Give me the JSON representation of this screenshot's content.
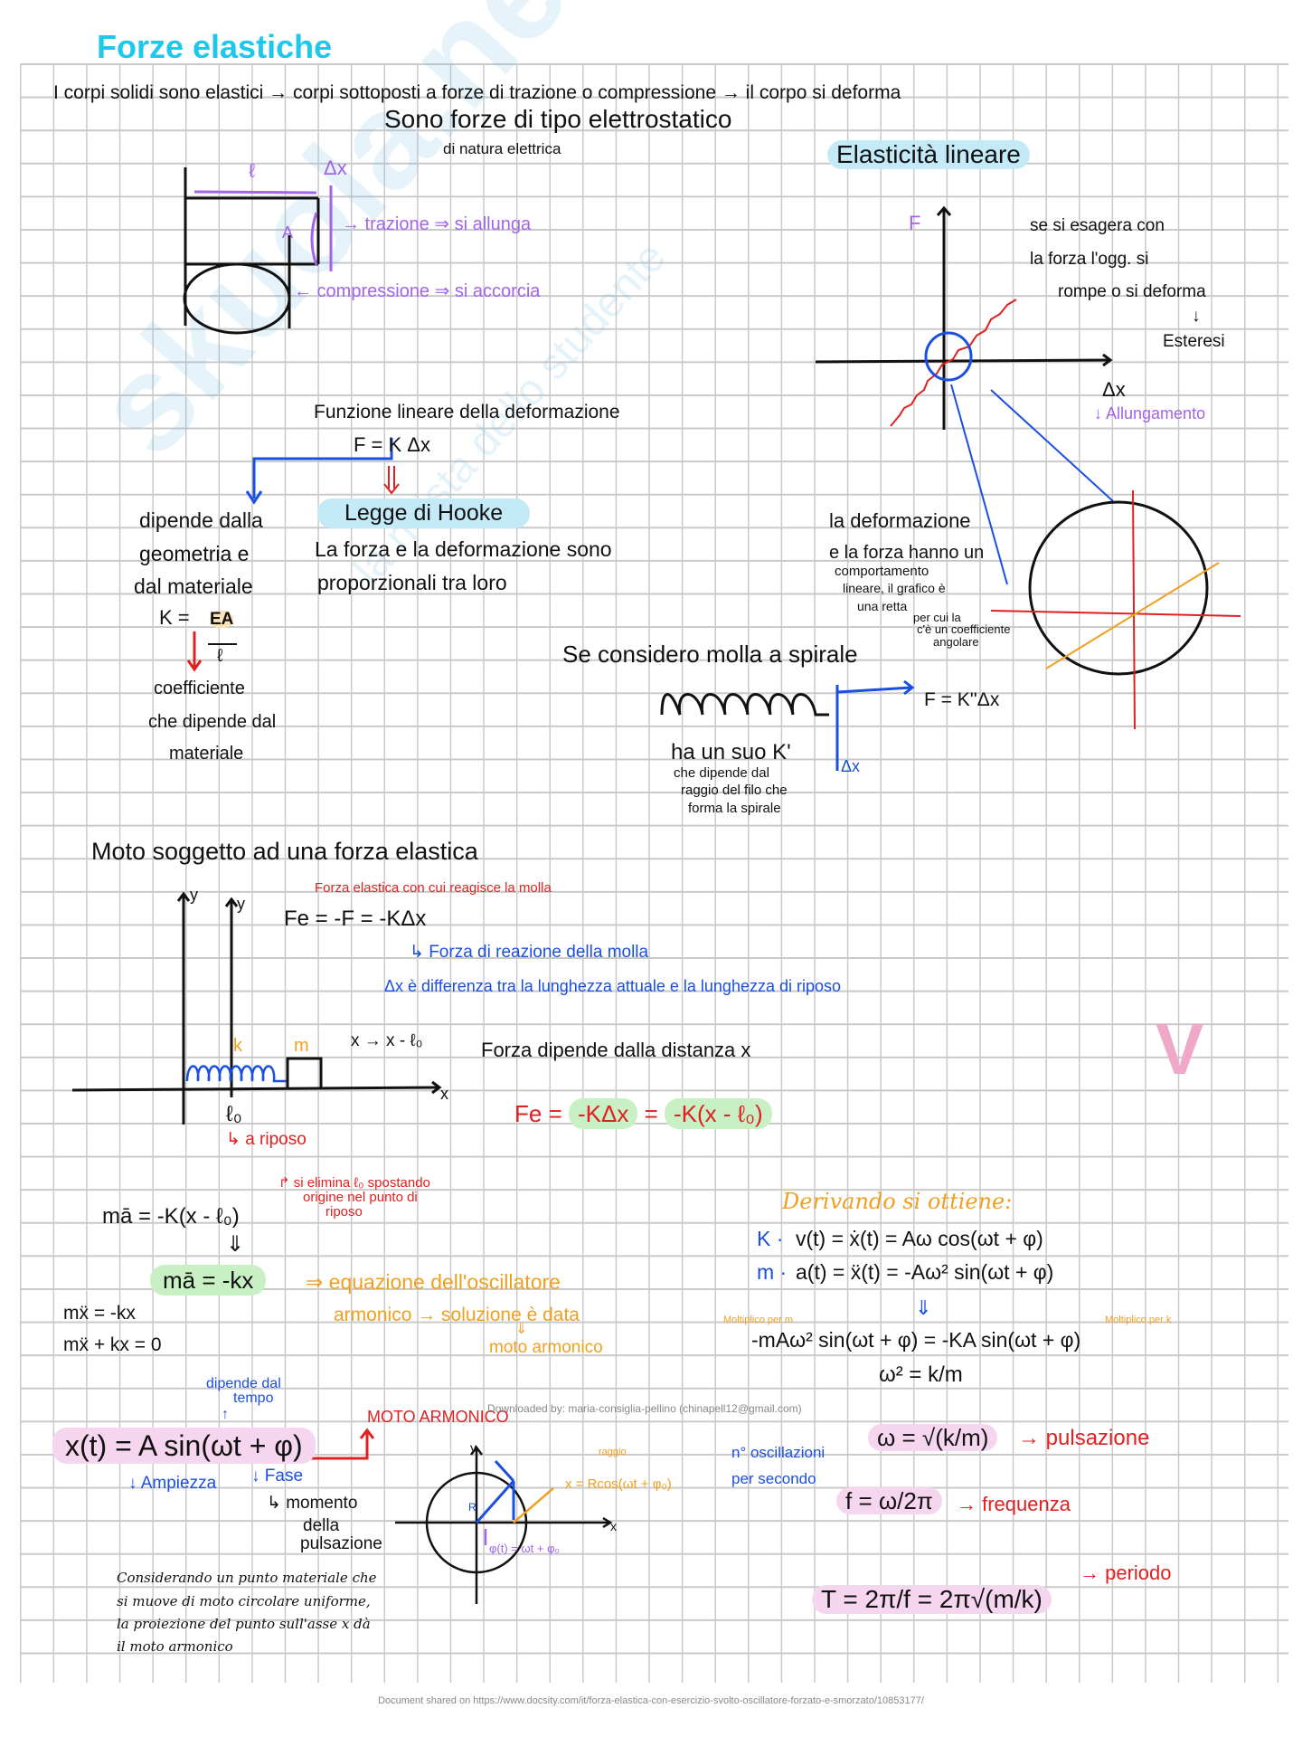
{
  "watermark": "skuola.net",
  "watermark_sub": "la rivista dello studente",
  "title": "Forze elastiche",
  "intro": "I corpi solidi sono elastici → corpi sottoposti a forze di trazione o compressione → il corpo si deforma",
  "electro": "Sono forze di tipo elettrostatico",
  "electro_sub": "di natura elettrica",
  "cylinder": {
    "l": "ℓ",
    "dx": "Δx",
    "a": "A",
    "trazione": "→ trazione ⇒ si allunga",
    "compressione": "← compressione ⇒ si accorcia"
  },
  "linear": {
    "heading": "Elasticità lineare",
    "f_axis": "F",
    "note": [
      "se si esagera con",
      "la forza l'ogg. si",
      "rompe o si deforma",
      "↓",
      "Esteresi"
    ],
    "dx": "Δx",
    "allungamento": "↓ Allungamento",
    "deform": [
      "la deformazione",
      "e la forza hanno un"
    ],
    "deform_small": [
      "comportamento",
      "lineare, il grafico è",
      "una retta",
      "per cui la",
      "c'è un coefficiente",
      "angolare"
    ]
  },
  "func": {
    "heading": "Funzione lineare della deformazione",
    "formula": "F = K Δx",
    "arrow": "⇓",
    "hooke": "Legge di Hooke",
    "hooke_text": [
      "La forza e la deformazione sono",
      "proporzionali tra loro"
    ],
    "depends": [
      "dipende dalla",
      "geometria e",
      "dal materiale"
    ],
    "k_formula": "K =",
    "k_num": "EA",
    "k_den": "ℓ",
    "coef": [
      "coefficiente",
      "che dipende dal",
      "materiale"
    ]
  },
  "spring": {
    "heading": "Se considero molla a spirale",
    "formula": "F = K''Δx",
    "dx": "Δx",
    "own_k": "ha un suo K'",
    "own_k_small": [
      "che dipende dal",
      "raggio del filo che",
      "forma la spirale"
    ]
  },
  "motion": {
    "heading": "Moto soggetto ad una forza elastica",
    "y1": "y",
    "y2": "y",
    "x": "x",
    "k": "k",
    "m": "m",
    "l0": "ℓ₀",
    "riposo": "↳ a riposo",
    "shift": "x → x - ℓ₀",
    "red_note": "Forza elastica con cui reagisce la molla",
    "fe": "Fe = -F = -KΔx",
    "reaction": "↳ Forza di reazione della molla",
    "dx_def": "Δx è differenza tra la lunghezza attuale e la lunghezza di riposo",
    "depends": "Forza dipende dalla distanza x",
    "fe_a": "Fe =",
    "fe_b": "-KΔx",
    "fe_c": "=",
    "fe_d": "-K(x - ℓ₀)",
    "check": "V"
  },
  "newton": {
    "eq1": "mā = -K(x - ℓ₀)",
    "note": [
      "↱ si elimina ℓ₀ spostando",
      "origine nel punto di",
      "riposo"
    ],
    "arrow": "⇓",
    "eq2": "mā = -kx",
    "osc": [
      "⇒ equazione dell'oscillatore",
      "armonico → soluzione è data",
      "⇓",
      "moto armonico"
    ],
    "eq3": "mẍ = -kx",
    "eq4": "mẍ + kx = 0"
  },
  "harmonic": {
    "time": [
      "dipende dal",
      "tempo"
    ],
    "up": "↑",
    "formula": "x(t) = A sin(ωt + φ)",
    "moto": "MOTO ARMONICO",
    "ampiezza": "↓ Ampiezza",
    "fase": "↓ Fase",
    "momento": [
      "↳ momento",
      "della",
      "pulsazione"
    ],
    "circle": {
      "y": "y",
      "x": "x",
      "r": "R",
      "raggio": "raggio",
      "xr": "x = Rcos(ωt + φ₀)",
      "phi": "φ(t) = ωt + φ₀"
    },
    "paragraph": [
      "Considerando un punto materiale che",
      "si muove di moto circolare uniforme,",
      "la proiezione del punto sull'asse x dà",
      "il moto armonico"
    ]
  },
  "deriv": {
    "heading": "Derivando si ottiene:",
    "v_pre": "K ·",
    "v": "v(t) = ẋ(t) = Aω cos(ωt + φ)",
    "a_pre": "m ·",
    "a": "a(t) = ẍ(t) = -Aω² sin(ωt + φ)",
    "arrow": "⇓",
    "mult_m": "Moltiplico per m",
    "mult_k": "Moltiplico per k",
    "eq": "-mAω² sin(ωt + φ) = -KA sin(ωt + φ)",
    "w2": "ω² = k/m",
    "w": "ω = √(k/m)",
    "puls": "→ pulsazione",
    "nosc": [
      "n° oscillazioni",
      "per secondo"
    ],
    "f": "f = ω/2π",
    "freq": "→ frequenza",
    "T": "T = 2π/f = 2π√(m/k)",
    "period": "→ periodo"
  },
  "downloaded": "Downloaded by: maria-consiglia-pellino (chinapell12@gmail.com)",
  "footer": "Document shared on https://www.docsity.com/it/forza-elastica-con-esercizio-svolto-oscillatore-forzato-e-smorzato/10853177/",
  "colors": {
    "cyan": "#1ec8ec",
    "purple": "#a065e8",
    "blue": "#1a4fe0",
    "red": "#e02020",
    "orange": "#f0a020",
    "green_hl": "#c8f0c4",
    "pink_hl": "#f6d6ee",
    "blue_hl": "#c4eaf8"
  }
}
